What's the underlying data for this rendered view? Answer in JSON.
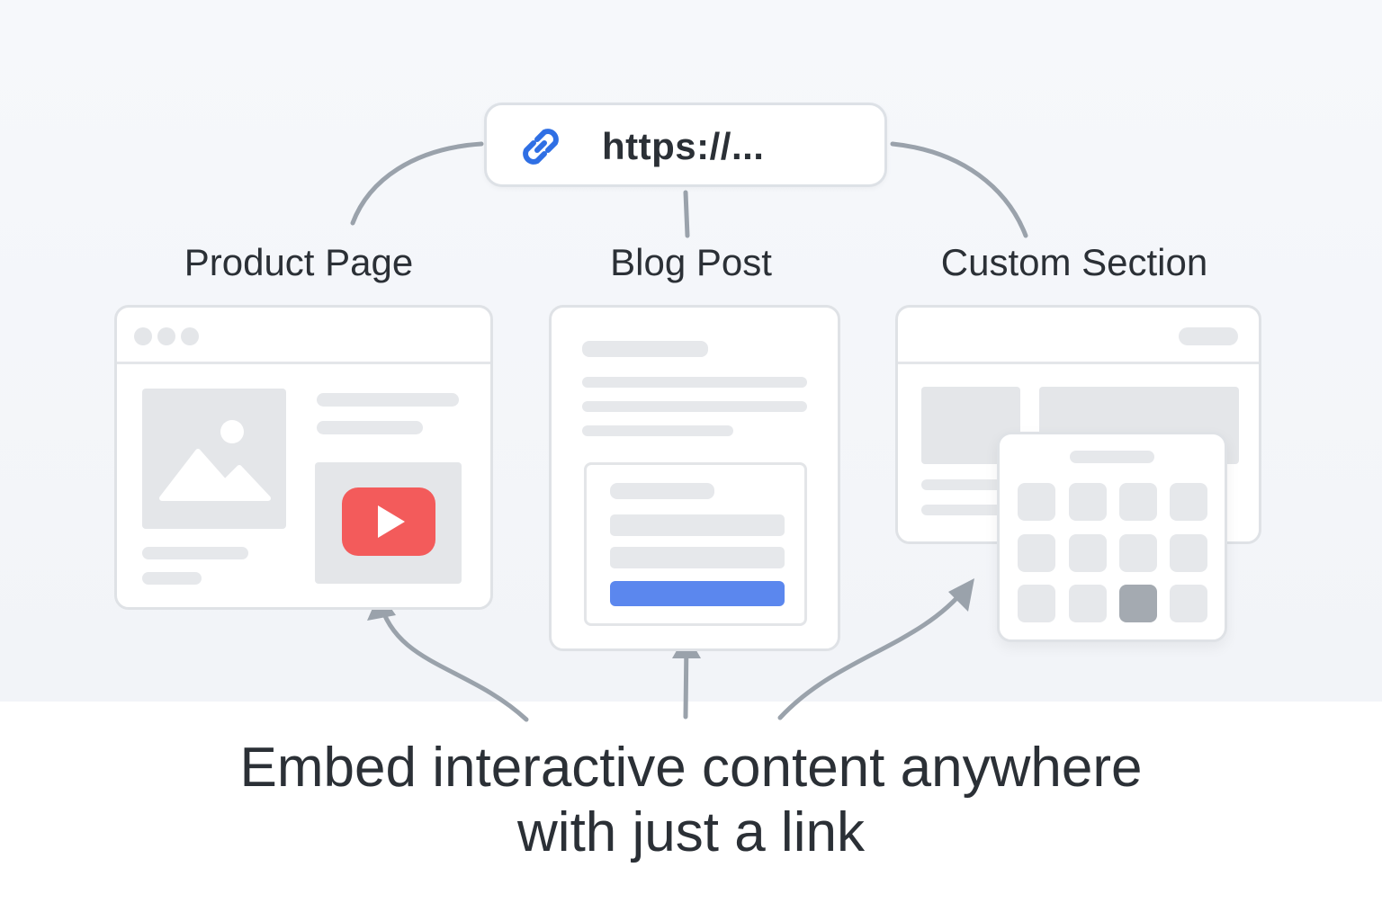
{
  "url_bar": {
    "text": "https://...",
    "icon": "link-icon",
    "icon_color": "#2f6fe4"
  },
  "targets": [
    {
      "label": "Product Page"
    },
    {
      "label": "Blog Post"
    },
    {
      "label": "Custom Section"
    }
  ],
  "embeds": {
    "product_page": {
      "widget": "video-player",
      "widget_color": "#f35b5b",
      "icons": [
        "image-placeholder-icon",
        "play-icon"
      ]
    },
    "blog_post": {
      "widget": "form",
      "button_color": "#5b87ee"
    },
    "custom_section": {
      "widget": "calendar",
      "selected_color": "#a4aab1"
    }
  },
  "headline": {
    "line1": "Embed interactive content anywhere",
    "line2": "with just a link"
  },
  "colors": {
    "connector": "#9aa2ab",
    "card_border": "#dfe2e6",
    "skeleton": "#e6e8eb"
  }
}
